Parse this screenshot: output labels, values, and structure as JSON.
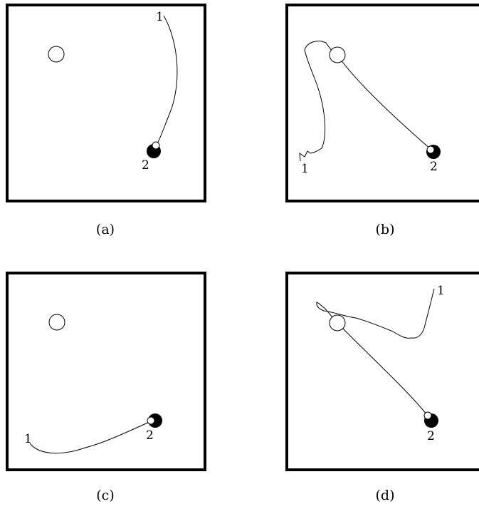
{
  "panels": [
    {
      "caption": "(a)",
      "start_label": "1",
      "end_label": "2"
    },
    {
      "caption": "(b)",
      "start_label": "1",
      "end_label": "2"
    },
    {
      "caption": "(c)",
      "start_label": "1",
      "end_label": "2"
    },
    {
      "caption": "(d)",
      "start_label": "1",
      "end_label": "2"
    }
  ]
}
